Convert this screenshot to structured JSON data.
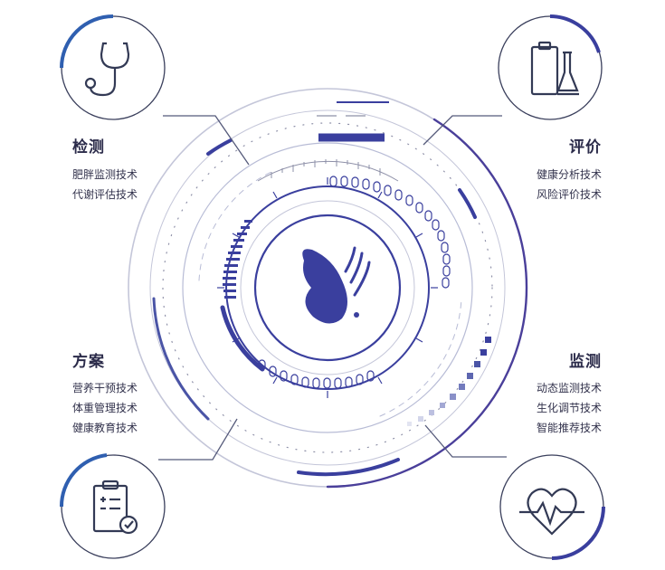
{
  "colors": {
    "primary": "#3a3f9e",
    "blue": "#2f5fb0",
    "light": "#b8bcd6",
    "gray": "#8e90a8",
    "white": "#ffffff"
  },
  "sections": {
    "detection": {
      "title": "检测",
      "items": [
        "肥胖监测技术",
        "代谢评估技术"
      ],
      "icon": "stethoscope-icon"
    },
    "evaluation": {
      "title": "评价",
      "items": [
        "健康分析技术",
        "风险评价技术"
      ],
      "icon": "lab-clipboard-icon"
    },
    "plan": {
      "title": "方案",
      "items": [
        "营养干预技术",
        "体重管理技术",
        "健康教育技术"
      ],
      "icon": "checklist-icon"
    },
    "monitoring": {
      "title": "监测",
      "items": [
        "动态监测技术",
        "生化调节技术",
        "智能推荐技术"
      ],
      "icon": "heart-pulse-icon"
    }
  },
  "center": {
    "icon": "butterfly-logo-icon"
  }
}
